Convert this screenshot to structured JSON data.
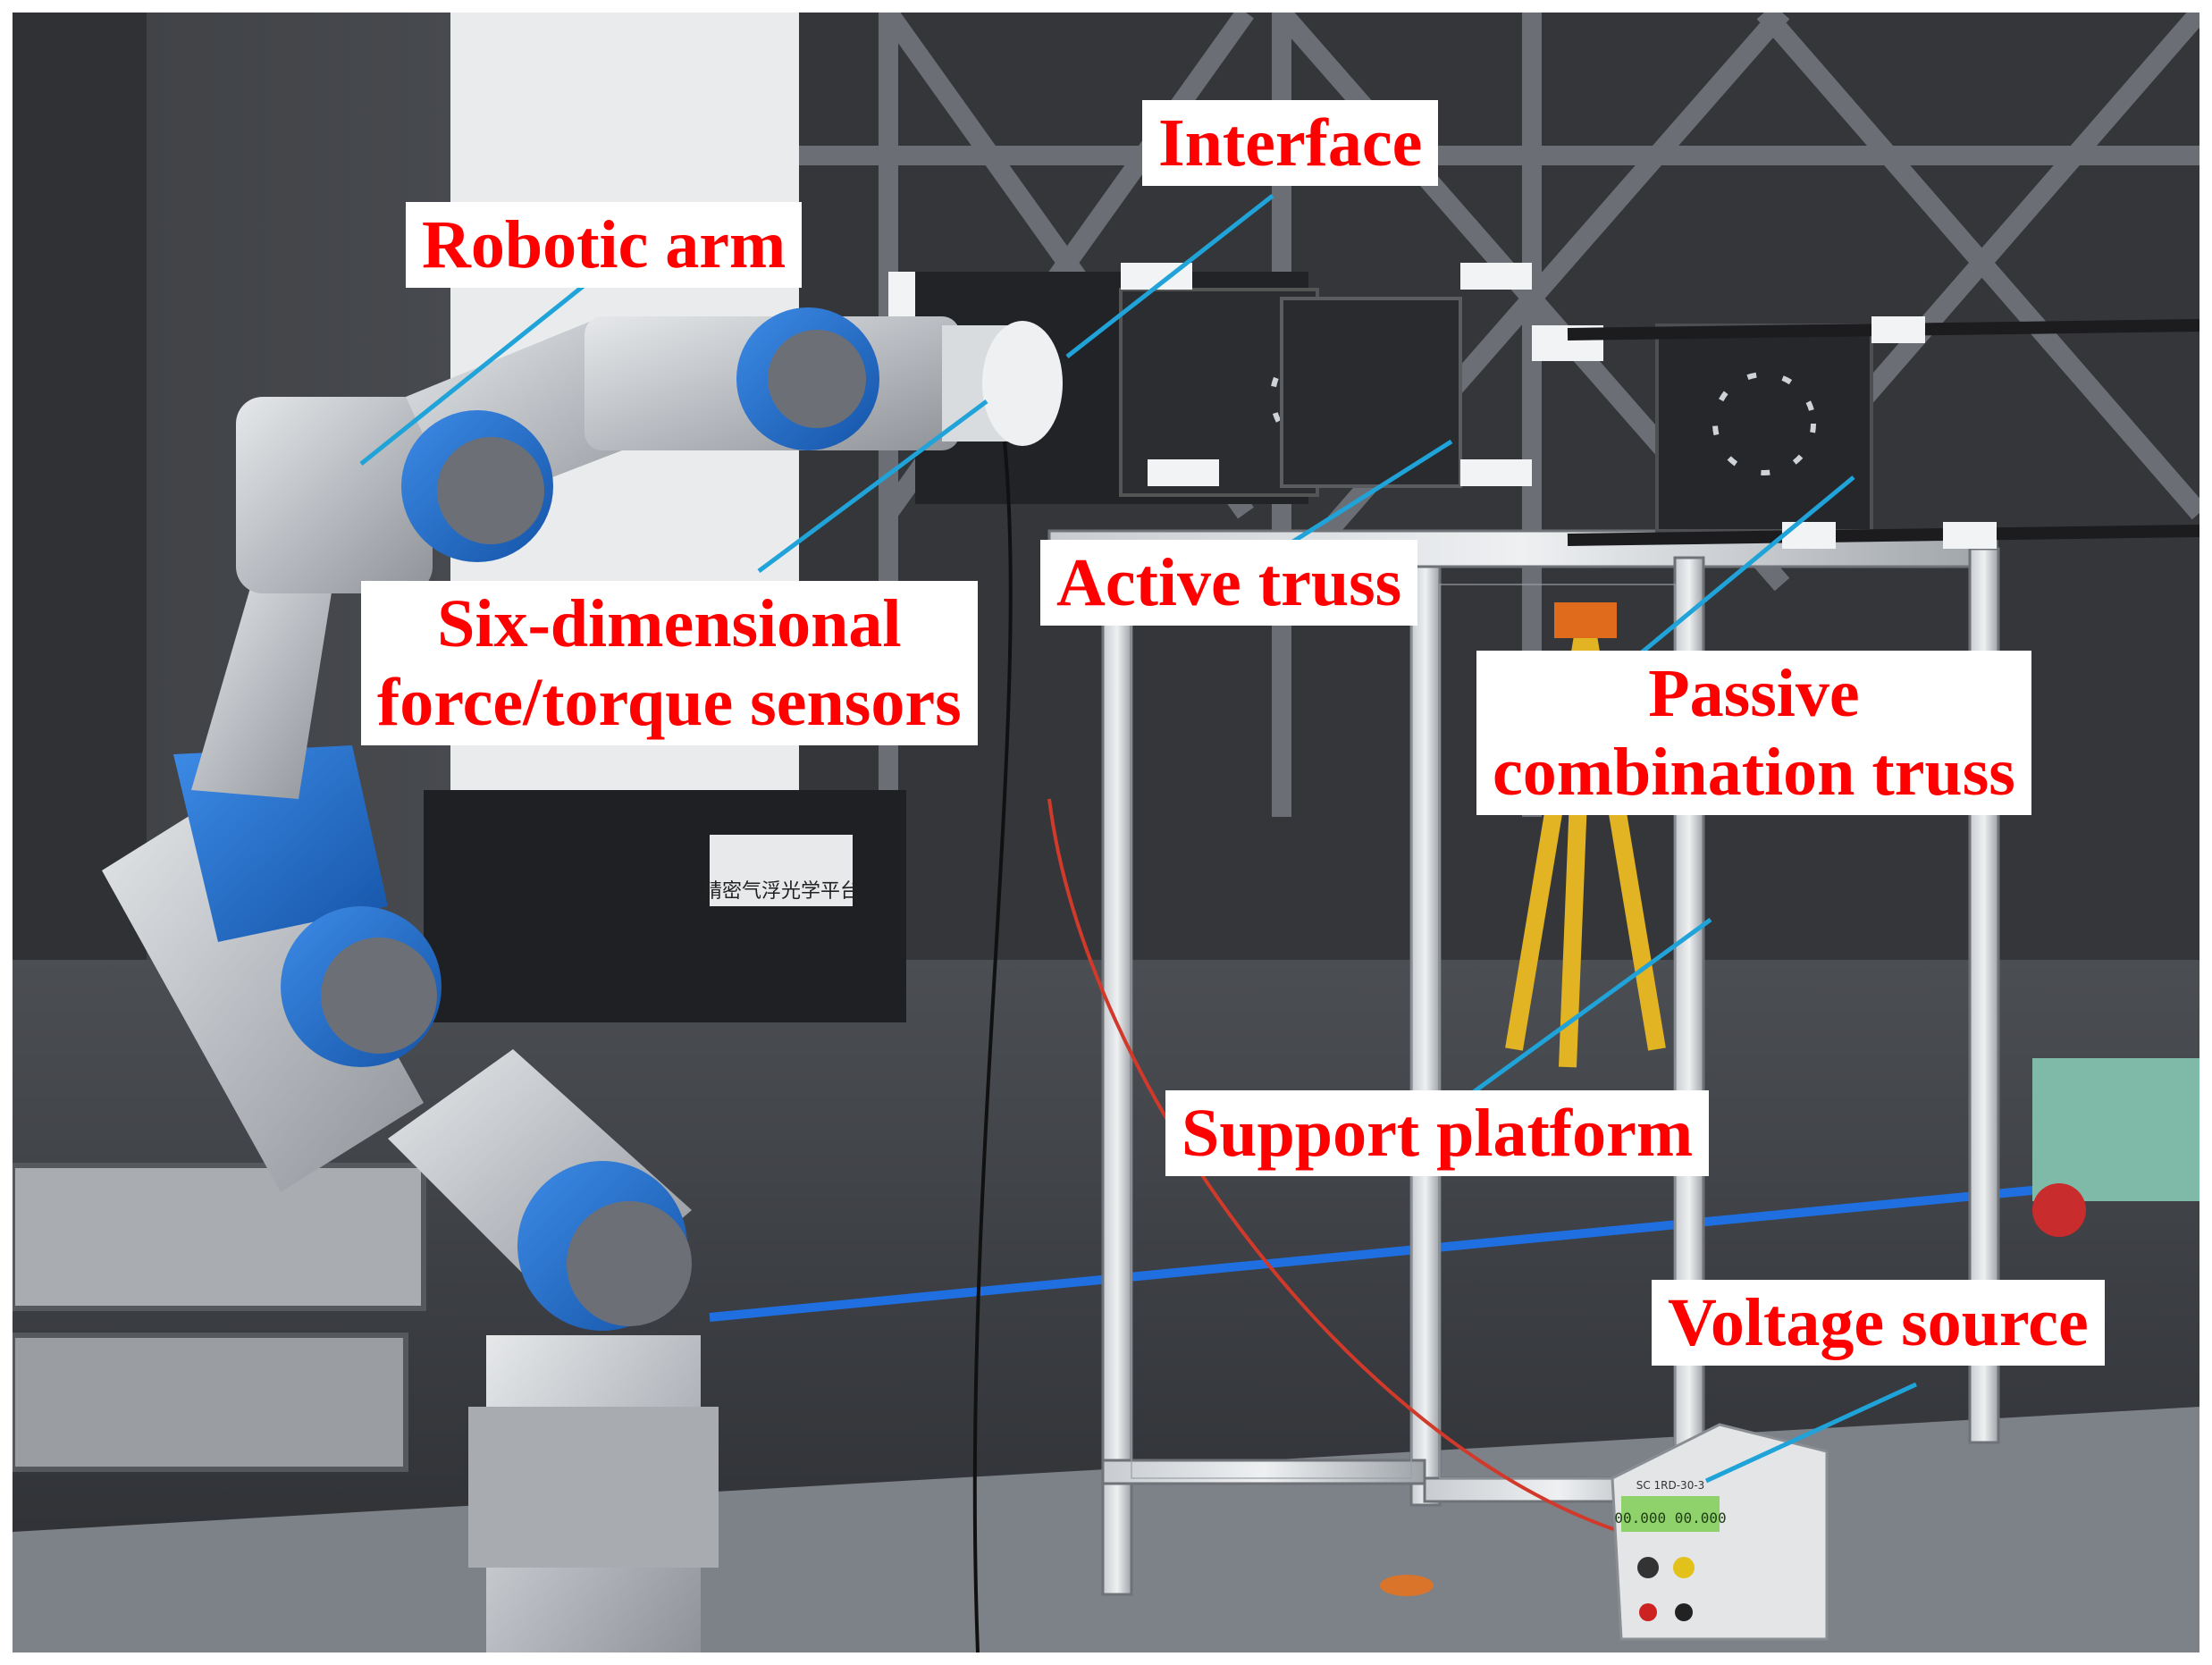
{
  "figure": {
    "labels": {
      "interface": "Interface",
      "robotic_arm": "Robotic arm",
      "sensors_line1": "Six-dimensional",
      "sensors_line2": "force/torque sensors",
      "active_truss": "Active truss",
      "passive_line1": "Passive",
      "passive_line2": "combination truss",
      "support_platform": "Support platform",
      "voltage_source": "Voltage source"
    },
    "scene_text": {
      "table_sign": "精密气浮光学平台",
      "supply_display": "00.000 00.000",
      "supply_model": "SC 1RD-30-3"
    },
    "colors": {
      "label_text": "#ff0000",
      "label_bg": "#ffffff",
      "leader_line": "#1fa3d8",
      "arm_blue": "#1e6fd0",
      "arm_silver": "#c9ccd1"
    }
  }
}
